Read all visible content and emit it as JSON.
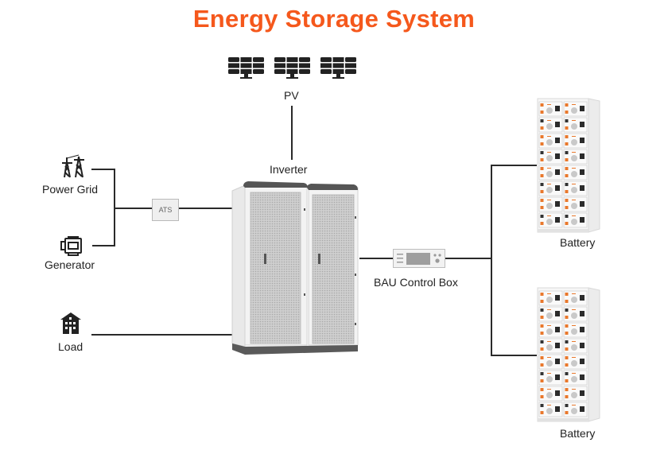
{
  "title": "Energy Storage System",
  "colors": {
    "title": "#f5581c",
    "line": "#2a2a2a",
    "battery_accent": "#e9782c"
  },
  "nodes": {
    "pv": {
      "label": "PV",
      "icon": "solar-panel-icon",
      "count": 3
    },
    "inverter": {
      "label": "Inverter",
      "icon": "inverter-cabinet"
    },
    "power_grid": {
      "label": "Power Grid",
      "icon": "power-tower-icon"
    },
    "generator": {
      "label": "Generator",
      "icon": "generator-icon"
    },
    "ats": {
      "label": "ATS"
    },
    "load": {
      "label": "Load",
      "icon": "building-icon"
    },
    "bau": {
      "label": "BAU Control Box",
      "icon": "control-box-icon"
    },
    "battery_top": {
      "label": "Battery",
      "icon": "battery-rack"
    },
    "battery_bottom": {
      "label": "Battery",
      "icon": "battery-rack"
    }
  }
}
